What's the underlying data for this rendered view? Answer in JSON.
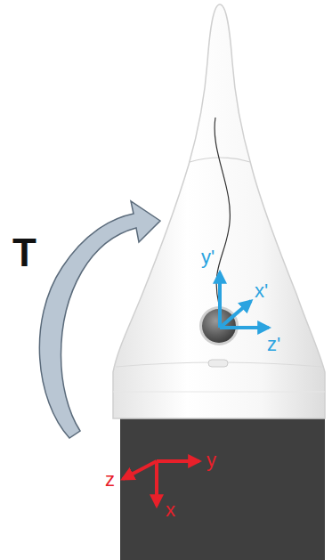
{
  "diagram": {
    "labels": [
      "T",
      "y'",
      "x'",
      "z'",
      "z",
      "y",
      "x"
    ]
  }
}
